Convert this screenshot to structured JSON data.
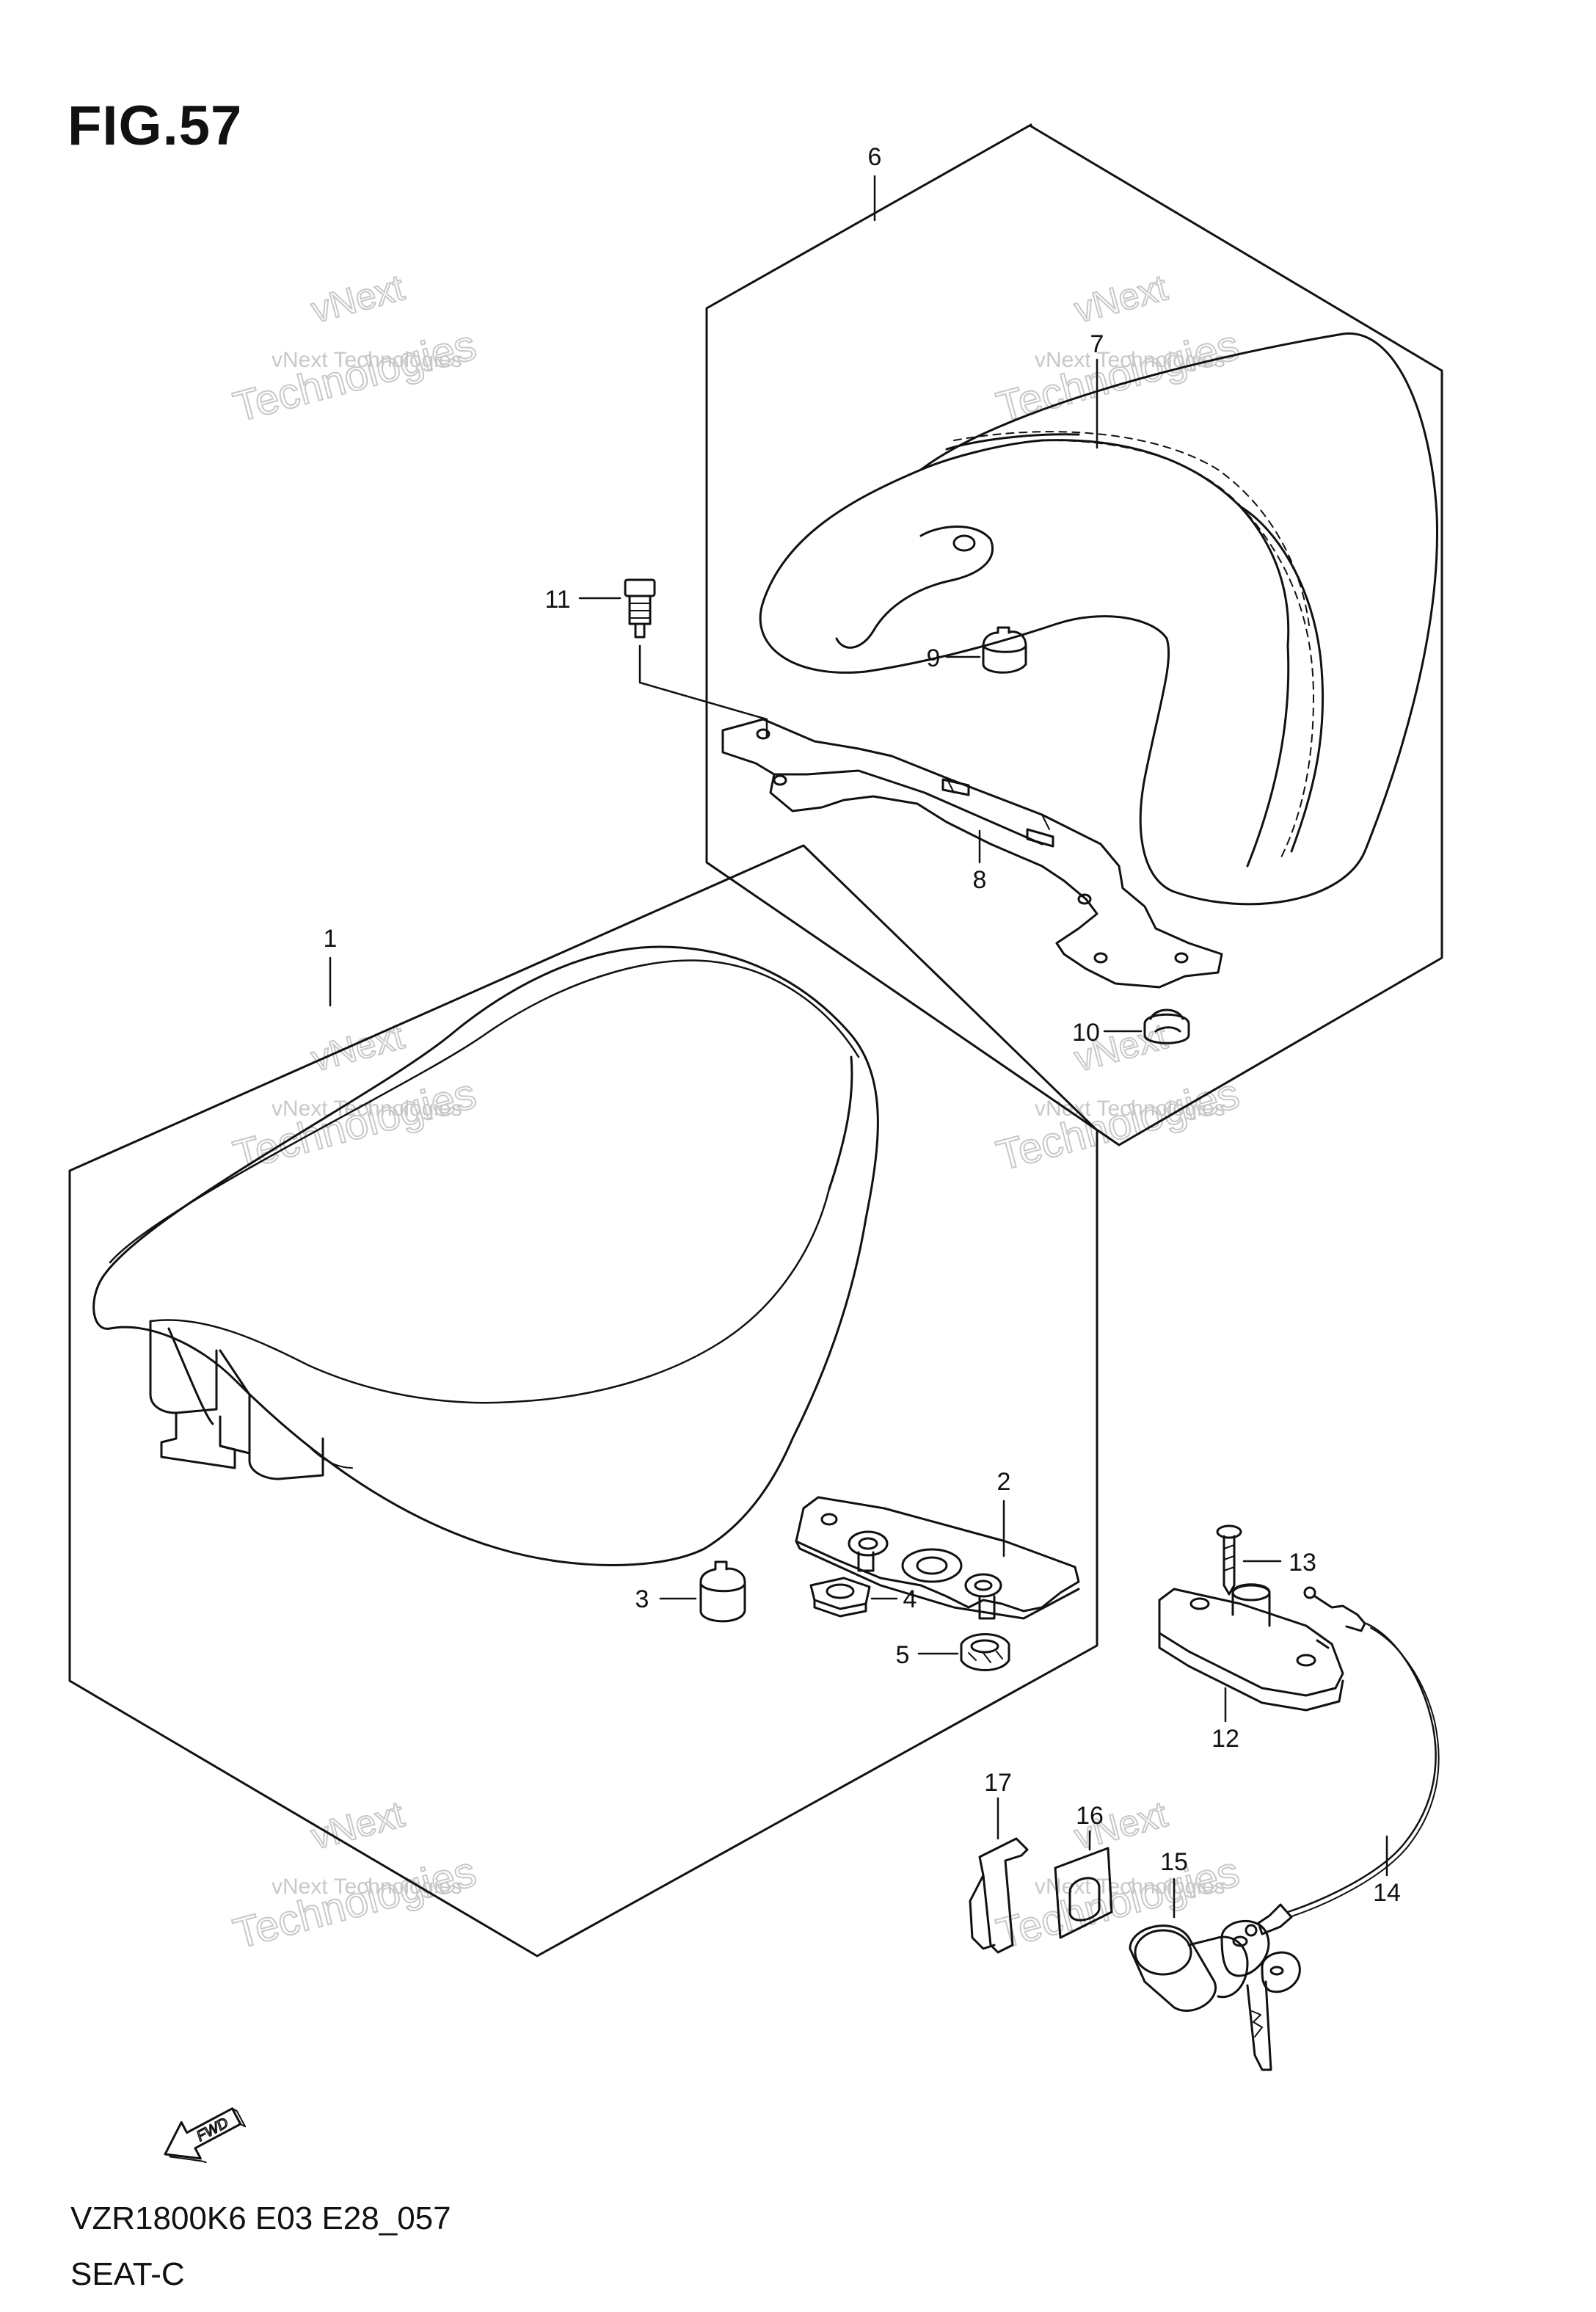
{
  "figure": {
    "title": "FIG.57",
    "model_code": "VZR1800K6 E03 E28_057",
    "section": "SEAT-C"
  },
  "callouts": [
    {
      "id": "1",
      "label": "1"
    },
    {
      "id": "2",
      "label": "2"
    },
    {
      "id": "3",
      "label": "3"
    },
    {
      "id": "4",
      "label": "4"
    },
    {
      "id": "5",
      "label": "5"
    },
    {
      "id": "6",
      "label": "6"
    },
    {
      "id": "7",
      "label": "7"
    },
    {
      "id": "8",
      "label": "8"
    },
    {
      "id": "9",
      "label": "9"
    },
    {
      "id": "10",
      "label": "10"
    },
    {
      "id": "11",
      "label": "11"
    },
    {
      "id": "12",
      "label": "12"
    },
    {
      "id": "13",
      "label": "13"
    },
    {
      "id": "14",
      "label": "14"
    },
    {
      "id": "15",
      "label": "15"
    },
    {
      "id": "16",
      "label": "16"
    },
    {
      "id": "17",
      "label": "17"
    }
  ],
  "fwd_arrow": {
    "label": "FWD"
  },
  "watermark": {
    "line1": "vNext Technologies",
    "line2": "vNext",
    "line3": "Technologies"
  },
  "colors": {
    "line": "#111111",
    "watermark": "#c8c8c8",
    "background": "#ffffff"
  }
}
